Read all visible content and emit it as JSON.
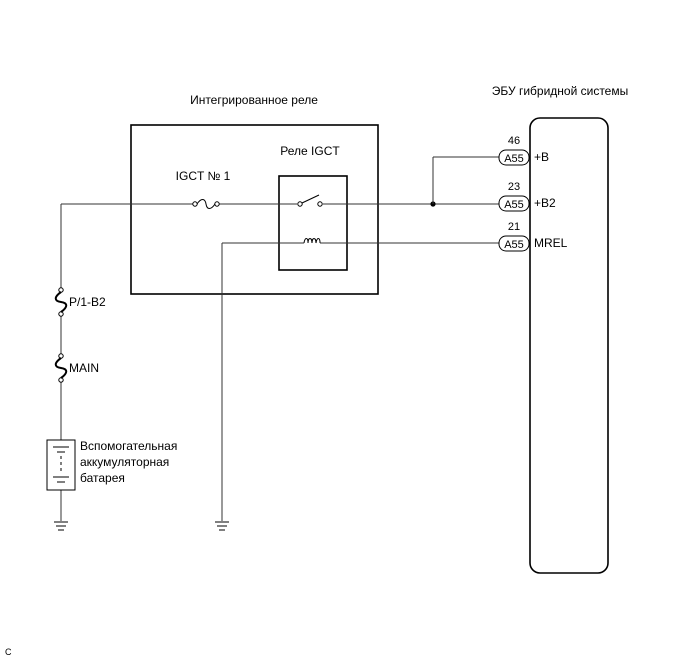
{
  "relay_block": {
    "title": "Интегрированное реле",
    "fuse_label": "IGCT № 1",
    "relay_label": "Реле IGCT"
  },
  "ecu": {
    "title": "ЭБУ гибридной системы",
    "pins": [
      {
        "number": "46",
        "connector": "A55",
        "name": "+B"
      },
      {
        "number": "23",
        "connector": "A55",
        "name": "+B2"
      },
      {
        "number": "21",
        "connector": "A55",
        "name": "MREL"
      }
    ]
  },
  "fuses": [
    {
      "label": "P/1-B2"
    },
    {
      "label": "MAIN"
    }
  ],
  "battery": {
    "label_lines": [
      "Вспомогательная",
      "аккумуляторная",
      "батарея"
    ]
  },
  "corner_mark": "C"
}
